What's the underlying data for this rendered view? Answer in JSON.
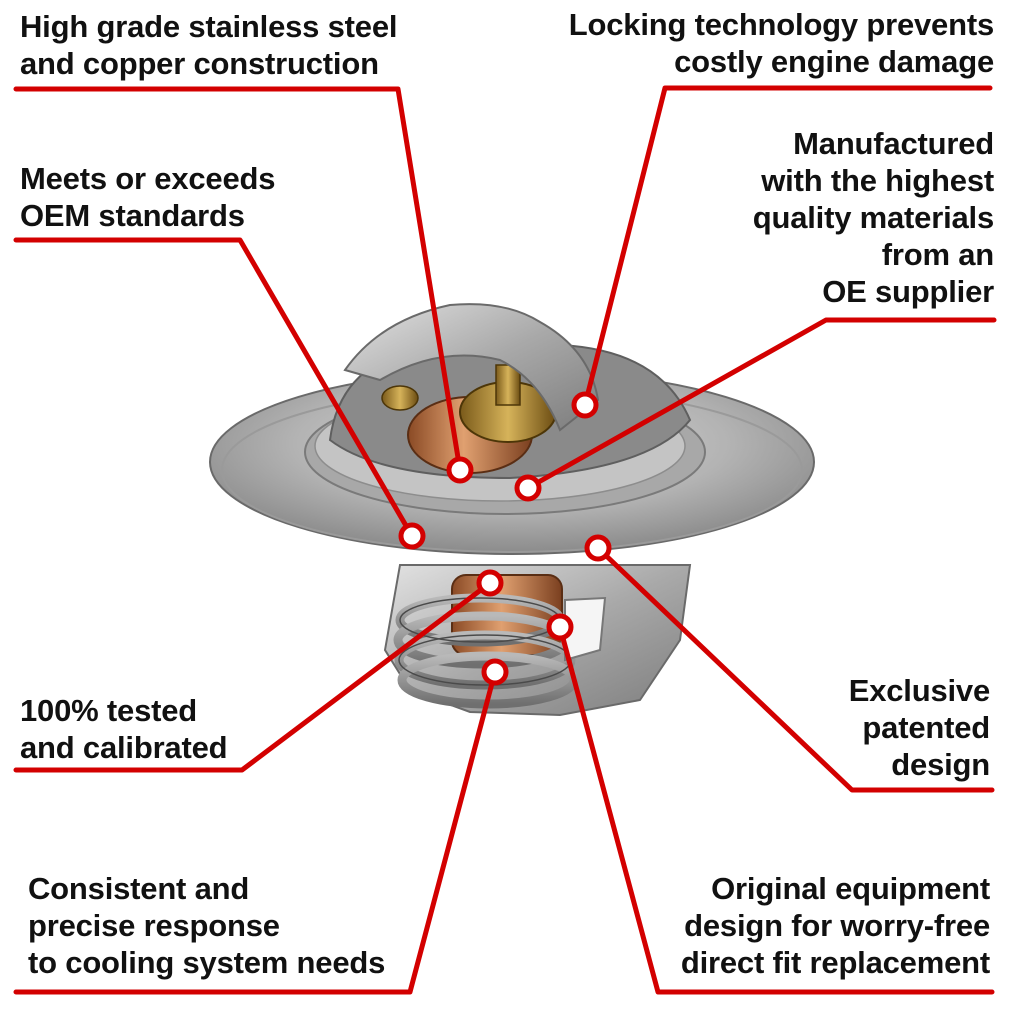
{
  "colors": {
    "accent": "#d30000",
    "text": "#111111",
    "background": "#ffffff"
  },
  "product": {
    "icon": "thermostat-icon"
  },
  "callouts": {
    "c1": {
      "text": "High grade stainless steel\nand copper construction"
    },
    "c2": {
      "text": "Locking technology prevents\ncostly engine damage"
    },
    "c3": {
      "text": "Meets or exceeds\nOEM standards"
    },
    "c4": {
      "text": "Manufactured\nwith the highest\nquality materials\nfrom an\nOE supplier"
    },
    "c5": {
      "text": "100% tested\nand calibrated"
    },
    "c6": {
      "text": "Exclusive\npatented\ndesign"
    },
    "c7": {
      "text": "Consistent and\nprecise response\nto cooling system needs"
    },
    "c8": {
      "text": "Original equipment\ndesign for worry-free\ndirect fit replacement"
    }
  }
}
